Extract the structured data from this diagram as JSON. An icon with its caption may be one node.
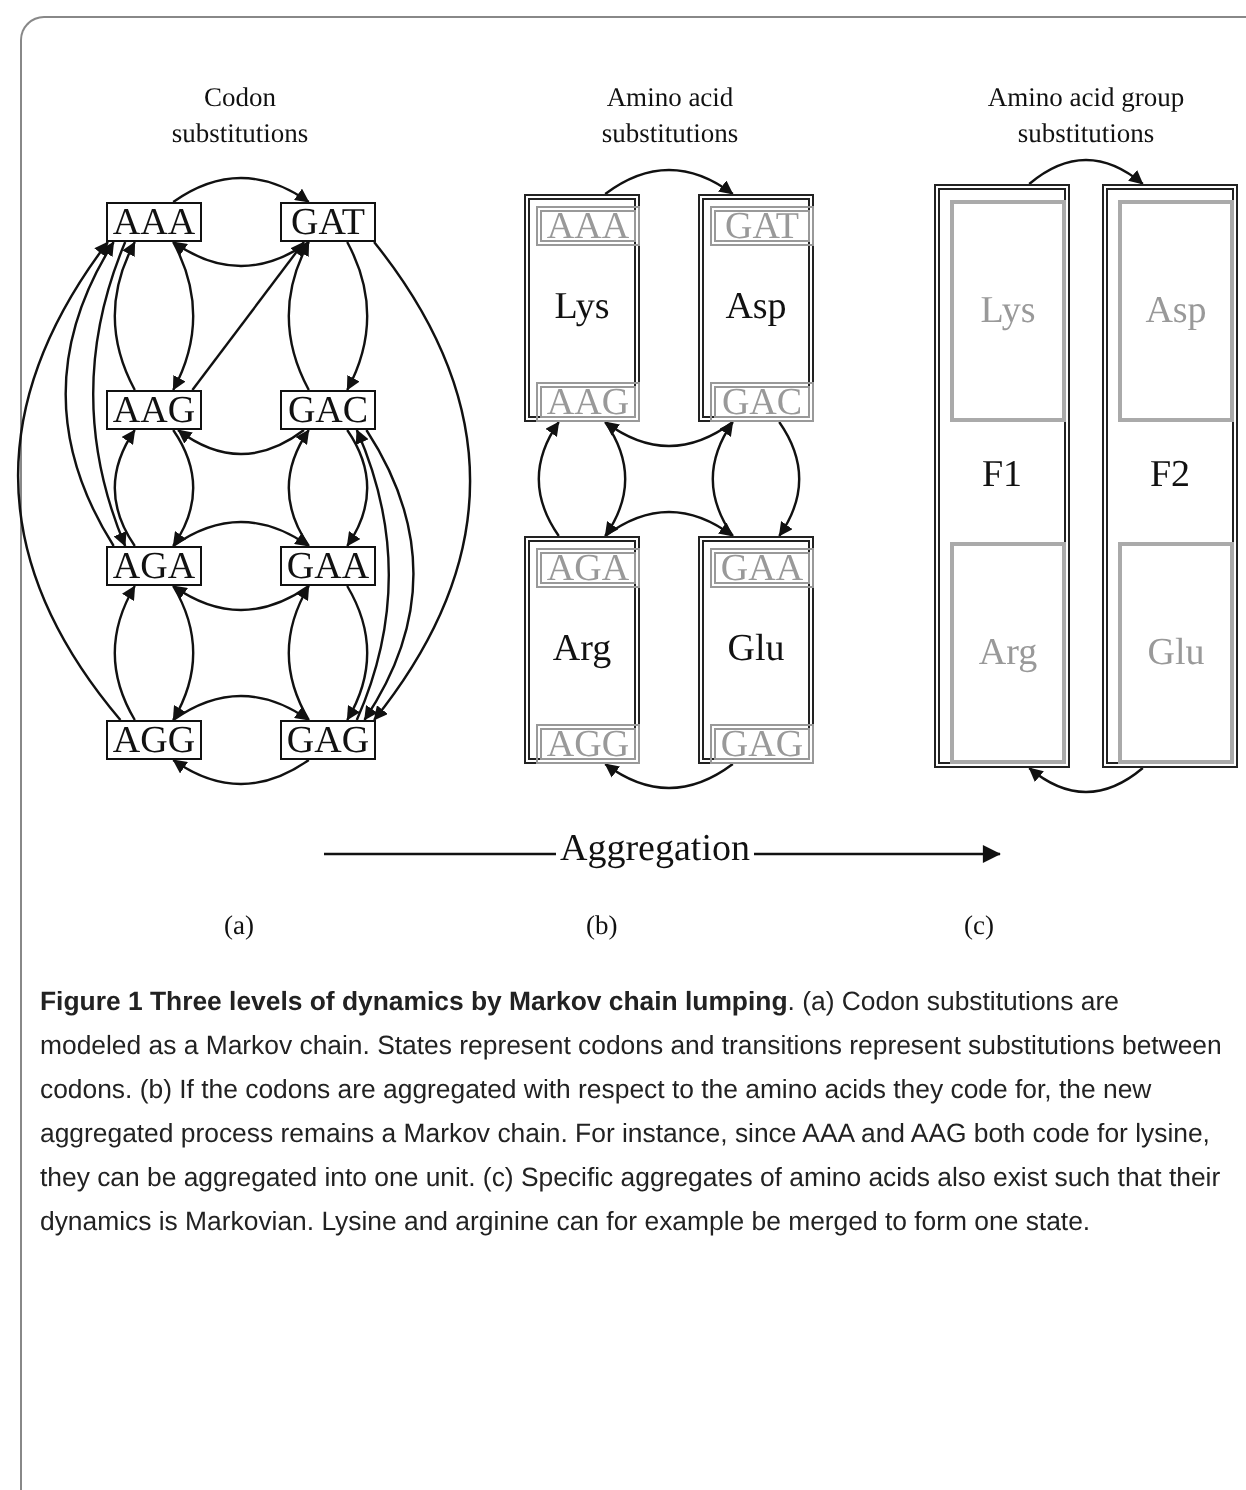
{
  "diagram": {
    "caption": "**Figure 1 Three levels of dynamics by Markov chain lumping**. (a) Codon substitutions are modeled as a Markov chain. States represent codons and transitions represent substitutions between codons. (b) If the codons are aggregated with respect to the amino acids they code for, the new aggregated process remains a Markov chain. For instance, since AAA and AAG both code for lysine, they can be aggregated into one unit. (c) Specific aggregates of amino acids also exist such that their dynamics is Markovian. Lysine and arginine can for example be merged to form one state.",
    "nodes": [
      {
        "text": [
          "AAA"
        ]
      },
      {
        "text": [
          "GAT"
        ]
      },
      {
        "text": [
          "AAG"
        ]
      },
      {
        "text": [
          "GAC"
        ]
      },
      {
        "text": [
          "AGA"
        ]
      },
      {
        "text": [
          "GAA"
        ]
      },
      {
        "text": [
          "AGG"
        ]
      },
      {
        "text": [
          "GAG"
        ]
      },
      {
        "text": [
          "Lys"
        ]
      },
      {
        "text": [
          "AAA"
        ],
        "in": 8
      },
      {
        "text": [
          "AAG"
        ],
        "in": 8
      },
      {
        "text": [
          "Asp"
        ]
      },
      {
        "text": [
          "GAT"
        ],
        "in": 11
      },
      {
        "text": [
          "GAC"
        ],
        "in": 11
      },
      {
        "text": [
          "Arg"
        ]
      },
      {
        "text": [
          "AGA"
        ],
        "in": 14
      },
      {
        "text": [
          "AGG"
        ],
        "in": 14
      },
      {
        "text": [
          "Glu"
        ]
      },
      {
        "text": [
          "GAA"
        ],
        "in": 17
      },
      {
        "text": [
          "GAG"
        ],
        "in": 17
      },
      {
        "text": [
          "F1"
        ]
      },
      {
        "text": [
          "Lys"
        ],
        "in": 20
      },
      {
        "text": [
          "Arg"
        ],
        "in": 20
      },
      {
        "text": [
          "F2"
        ]
      },
      {
        "text": [
          "Asp"
        ],
        "in": 23
      },
      {
        "text": [
          "Glu"
        ],
        "in": 23
      }
    ],
    "edges": [
      {
        "from": 0,
        "to": 1,
        "arrow": "to"
      },
      {
        "from": 1,
        "to": 0,
        "arrow": "to"
      },
      {
        "from": 0,
        "to": 2,
        "arrow": "to"
      },
      {
        "from": 2,
        "to": 0,
        "arrow": "to"
      },
      {
        "from": 2,
        "to": 1,
        "arrow": "to"
      },
      {
        "from": 1,
        "to": 3,
        "arrow": "to"
      },
      {
        "from": 3,
        "to": 1,
        "arrow": "to"
      },
      {
        "from": 3,
        "to": 2,
        "arrow": "to"
      },
      {
        "from": 2,
        "to": 4,
        "arrow": "to"
      },
      {
        "from": 4,
        "to": 2,
        "arrow": "to"
      },
      {
        "from": 3,
        "to": 5,
        "arrow": "to"
      },
      {
        "from": 5,
        "to": 3,
        "arrow": "to"
      },
      {
        "from": 4,
        "to": 5,
        "arrow": "to"
      },
      {
        "from": 5,
        "to": 4,
        "arrow": "to"
      },
      {
        "from": 0,
        "to": 4,
        "arrow": "to"
      },
      {
        "from": 4,
        "to": 0,
        "arrow": "to"
      },
      {
        "from": 6,
        "to": 0,
        "arrow": "to"
      },
      {
        "from": 4,
        "to": 6,
        "arrow": "to"
      },
      {
        "from": 6,
        "to": 4,
        "arrow": "to"
      },
      {
        "from": 5,
        "to": 7,
        "arrow": "to"
      },
      {
        "from": 7,
        "to": 5,
        "arrow": "to"
      },
      {
        "from": 6,
        "to": 7,
        "arrow": "to"
      },
      {
        "from": 7,
        "to": 6,
        "arrow": "to"
      },
      {
        "from": 1,
        "to": 7,
        "arrow": "to"
      },
      {
        "from": 3,
        "to": 7,
        "arrow": "to"
      },
      {
        "from": 7,
        "to": 3,
        "arrow": "to"
      },
      {
        "from": 8,
        "to": 11,
        "arrow": "to"
      },
      {
        "from": 11,
        "to": 8,
        "arrow": "to"
      },
      {
        "from": 8,
        "to": 14,
        "arrow": "to"
      },
      {
        "from": 14,
        "to": 8,
        "arrow": "to"
      },
      {
        "from": 11,
        "to": 17,
        "arrow": "to"
      },
      {
        "from": 17,
        "to": 11,
        "arrow": "to"
      },
      {
        "from": 14,
        "to": 17,
        "arrow": "to"
      },
      {
        "from": 17,
        "to": 14,
        "arrow": "to"
      },
      {
        "from": 20,
        "to": 23,
        "arrow": "to"
      },
      {
        "from": 23,
        "to": 20,
        "arrow": "to"
      }
    ],
    "labels": [
      "Codon substitutions",
      "Amino acid substitutions",
      "Amino acid group substitutions",
      "Aggregation",
      "(a)",
      "(b)",
      "(c)"
    ]
  }
}
